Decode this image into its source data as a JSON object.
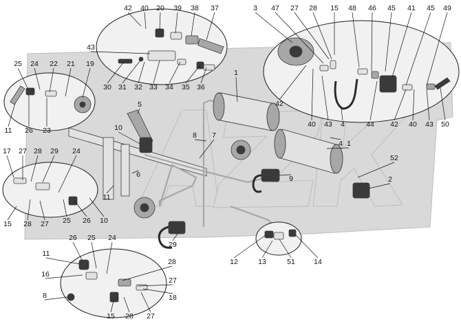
{
  "diagram": {
    "colors": {
      "background": "#ffffff",
      "watermark": "#d9d9d9",
      "watermark_edge": "#bdbdbd",
      "callout_fill": "#f1f1f1",
      "callout_edge": "#1a1a1a",
      "part_light": "#e2e2e2",
      "part_mid": "#a7a7a7",
      "part_dark": "#3a3a3a",
      "hose": "#2b2b2b",
      "label": "#111111"
    },
    "labels": {
      "n1": "1",
      "n2": "2",
      "n3": "3",
      "n4": "4",
      "n5": "5",
      "n6": "6",
      "n7": "7",
      "n8": "8",
      "n9": "9",
      "n10": "10",
      "n11": "11",
      "n12": "12",
      "n13": "13",
      "n14": "14",
      "n15": "15",
      "n16": "16",
      "n17": "17",
      "n18": "18",
      "n19": "19",
      "n20": "20",
      "n21": "21",
      "n22": "22",
      "n23": "23",
      "n24": "24",
      "n25": "25",
      "n26": "26",
      "n27": "27",
      "n28": "28",
      "n29": "29",
      "n30": "30",
      "n31": "31",
      "n32": "32",
      "n33": "33",
      "n34": "34",
      "n35": "35",
      "n36": "36",
      "n37": "37",
      "n38": "38",
      "n39": "39",
      "n40": "40",
      "n41": "41",
      "n42": "42",
      "n43": "43",
      "n44": "44",
      "n45": "45",
      "n46": "46",
      "n47": "47",
      "n48": "48",
      "n49": "49",
      "n50": "50",
      "n51": "51",
      "n52": "52"
    }
  }
}
